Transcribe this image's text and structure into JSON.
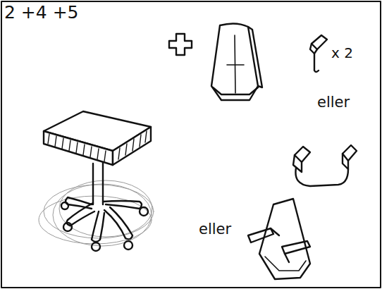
{
  "diagram": {
    "labels": [
      "2 +4 +5",
      "x 2",
      "eller",
      "eller"
    ]
  }
}
